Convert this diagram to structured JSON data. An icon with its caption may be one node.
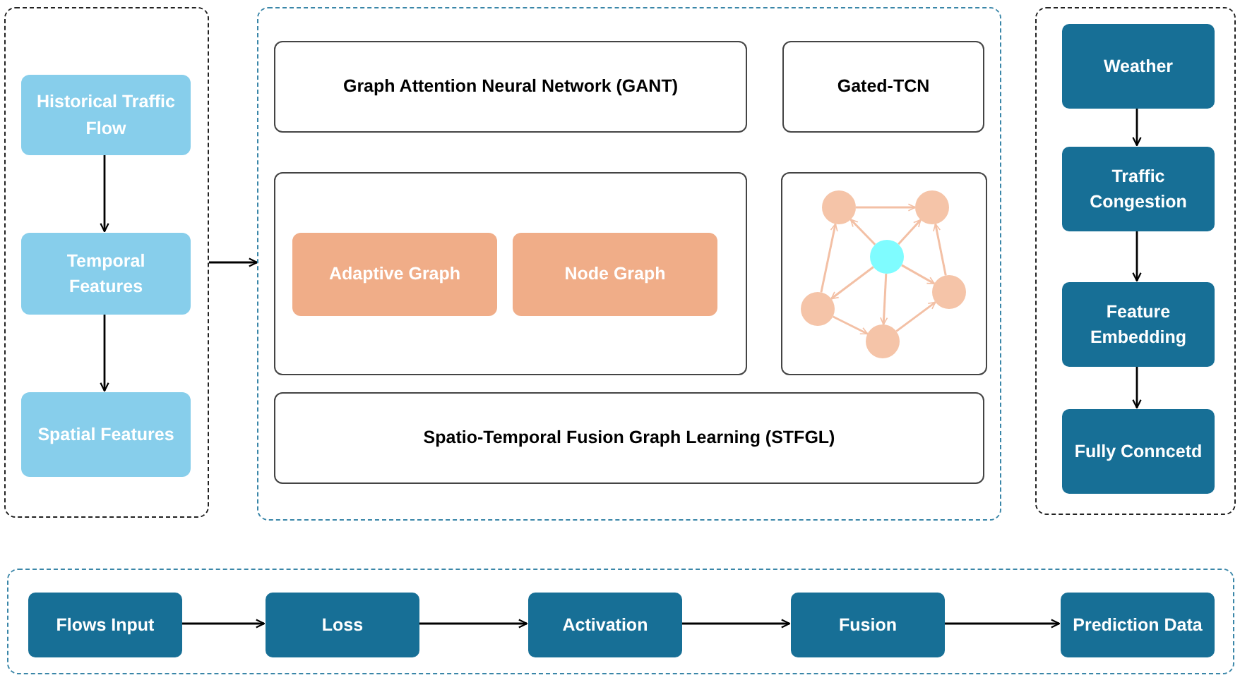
{
  "diagram": {
    "nodes": [
      {
        "text": [],
        "shape": "box"
      },
      {
        "text": [
          "Historical Traffic Flow"
        ],
        "in": 0
      },
      {
        "text": [
          "Temporal Features"
        ],
        "in": 0
      },
      {
        "text": [
          "Spatial Features"
        ],
        "in": 0
      },
      {
        "text": [],
        "shape": "box"
      },
      {
        "text": [
          "Graph Attention Neural Network (GANT)"
        ],
        "in": 4
      },
      {
        "text": [
          "Gated-TCN"
        ],
        "in": 4
      },
      {
        "text": [],
        "shape": "box",
        "in": 4
      },
      {
        "text": [
          "Adaptive Graph"
        ],
        "in": 7
      },
      {
        "text": [
          "Node Graph"
        ],
        "in": 7
      },
      {
        "text": [],
        "shape": "picture",
        "in": 4
      },
      {
        "text": [
          "Spatio-Temporal Fusion Graph Learning (STFGL)"
        ],
        "in": 4
      },
      {
        "text": [],
        "shape": "box"
      },
      {
        "text": [
          "Weather"
        ],
        "in": 12
      },
      {
        "text": [
          "Traffic Congestion"
        ],
        "in": 12
      },
      {
        "text": [
          "Feature Embedding"
        ],
        "in": 12
      },
      {
        "text": [
          "Fully Conncetd"
        ],
        "in": 12
      },
      {
        "text": [],
        "shape": "box"
      },
      {
        "text": [
          "Flows Input"
        ],
        "in": 17
      },
      {
        "text": [
          "Loss"
        ],
        "in": 17
      },
      {
        "text": [
          "Activation"
        ],
        "in": 17
      },
      {
        "text": [
          "Fusion"
        ],
        "in": 17
      },
      {
        "text": [
          "Prediction Data"
        ],
        "in": 17
      }
    ],
    "edges": [
      {
        "from": 1,
        "to": 2,
        "arrow": "to"
      },
      {
        "from": 2,
        "to": 3,
        "arrow": "to"
      },
      {
        "from": 0,
        "to": 4,
        "arrow": "to"
      },
      {
        "from": 13,
        "to": 14,
        "arrow": "to"
      },
      {
        "from": 14,
        "to": 15,
        "arrow": "to"
      },
      {
        "from": 15,
        "to": 16,
        "arrow": "to"
      },
      {
        "from": 18,
        "to": 19,
        "arrow": "to"
      },
      {
        "from": 19,
        "to": 20,
        "arrow": "to"
      },
      {
        "from": 20,
        "to": 21,
        "arrow": "to"
      },
      {
        "from": 21,
        "to": 22,
        "arrow": "to"
      }
    ]
  }
}
